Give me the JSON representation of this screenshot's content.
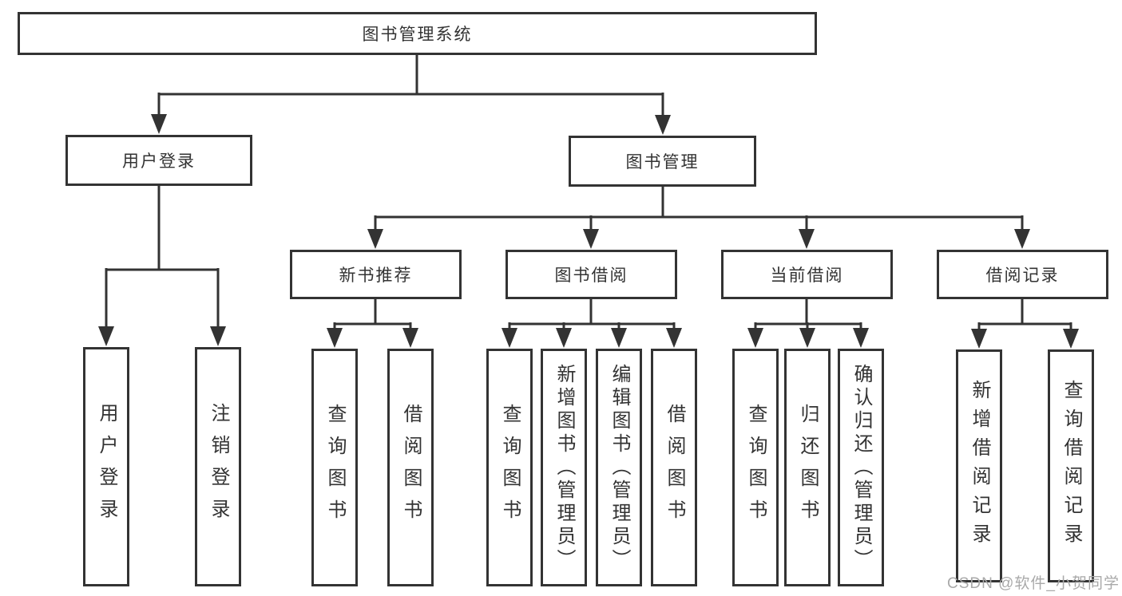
{
  "tree": {
    "root": "图书管理系统",
    "children": [
      {
        "label": "用户登录",
        "children": [
          "用户登录",
          "注销登录"
        ]
      },
      {
        "label": "图书管理",
        "children": [
          {
            "label": "新书推荐",
            "children": [
              "查询图书",
              "借阅图书"
            ]
          },
          {
            "label": "图书借阅",
            "children": [
              "查询图书",
              "新增图书（管理员）",
              "编辑图书（管理员）",
              "借阅图书"
            ]
          },
          {
            "label": "当前借阅",
            "children": [
              "查询图书",
              "归还图书",
              "确认归还（管理员）"
            ]
          },
          {
            "label": "借阅记录",
            "children": [
              "新增借阅记录",
              "查询借阅记录"
            ]
          }
        ]
      }
    ]
  },
  "watermark": "CSDN @软件_小贺同学",
  "colors": {
    "line": "#333333",
    "box_border": "#333333",
    "text": "#333333",
    "watermark": "#a9a9a9",
    "background": "#ffffff"
  }
}
